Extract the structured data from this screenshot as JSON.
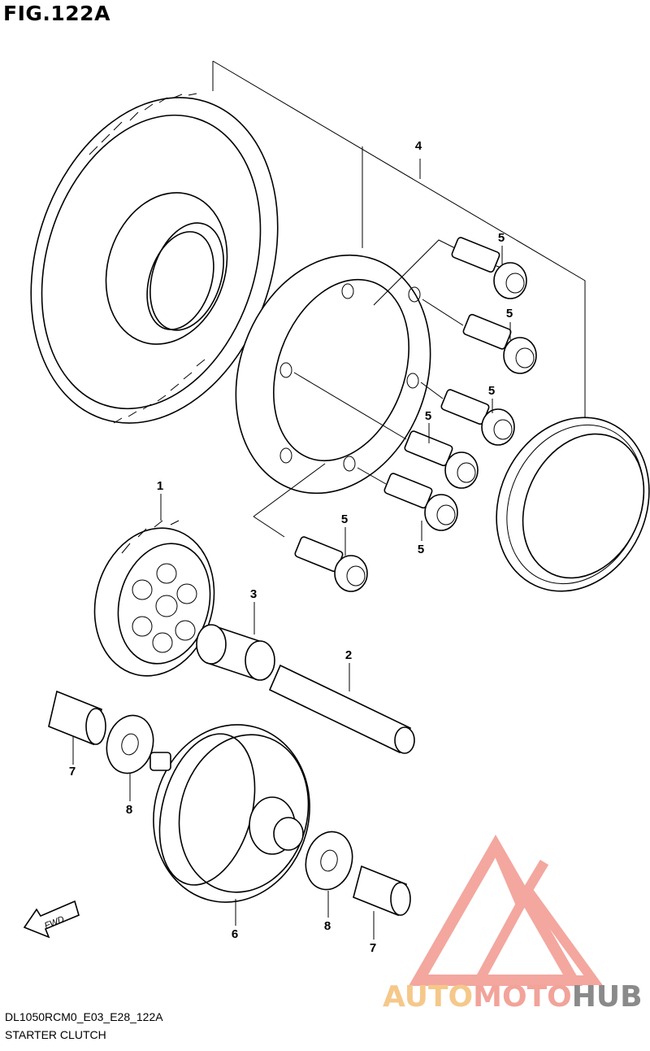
{
  "figure": {
    "title": "FIG.122A",
    "code": "DL1050RCM0_E03_E28_122A",
    "subtitle": "STARTER CLUTCH"
  },
  "callouts": [
    {
      "id": "c1",
      "label": "1"
    },
    {
      "id": "c2",
      "label": "2"
    },
    {
      "id": "c3",
      "label": "3"
    },
    {
      "id": "c4",
      "label": "4"
    },
    {
      "id": "c5a",
      "label": "5"
    },
    {
      "id": "c5b",
      "label": "5"
    },
    {
      "id": "c5c",
      "label": "5"
    },
    {
      "id": "c5d",
      "label": "5"
    },
    {
      "id": "c5e",
      "label": "5"
    },
    {
      "id": "c5f",
      "label": "5"
    },
    {
      "id": "c6",
      "label": "6"
    },
    {
      "id": "c7a",
      "label": "7"
    },
    {
      "id": "c7b",
      "label": "7"
    },
    {
      "id": "c8a",
      "label": "8"
    },
    {
      "id": "c8b",
      "label": "8"
    }
  ],
  "fwd_arrow": {
    "label": "FWD",
    "icon": "fwd-arrow-icon"
  },
  "watermark": {
    "part1": "AUTO",
    "part2": "MOTO",
    "part3": "HUB",
    "colors": {
      "auto": "#f5c88a",
      "moto": "#f2a39a",
      "hub": "#8a8a8a",
      "triangle": "#f08a80"
    }
  }
}
